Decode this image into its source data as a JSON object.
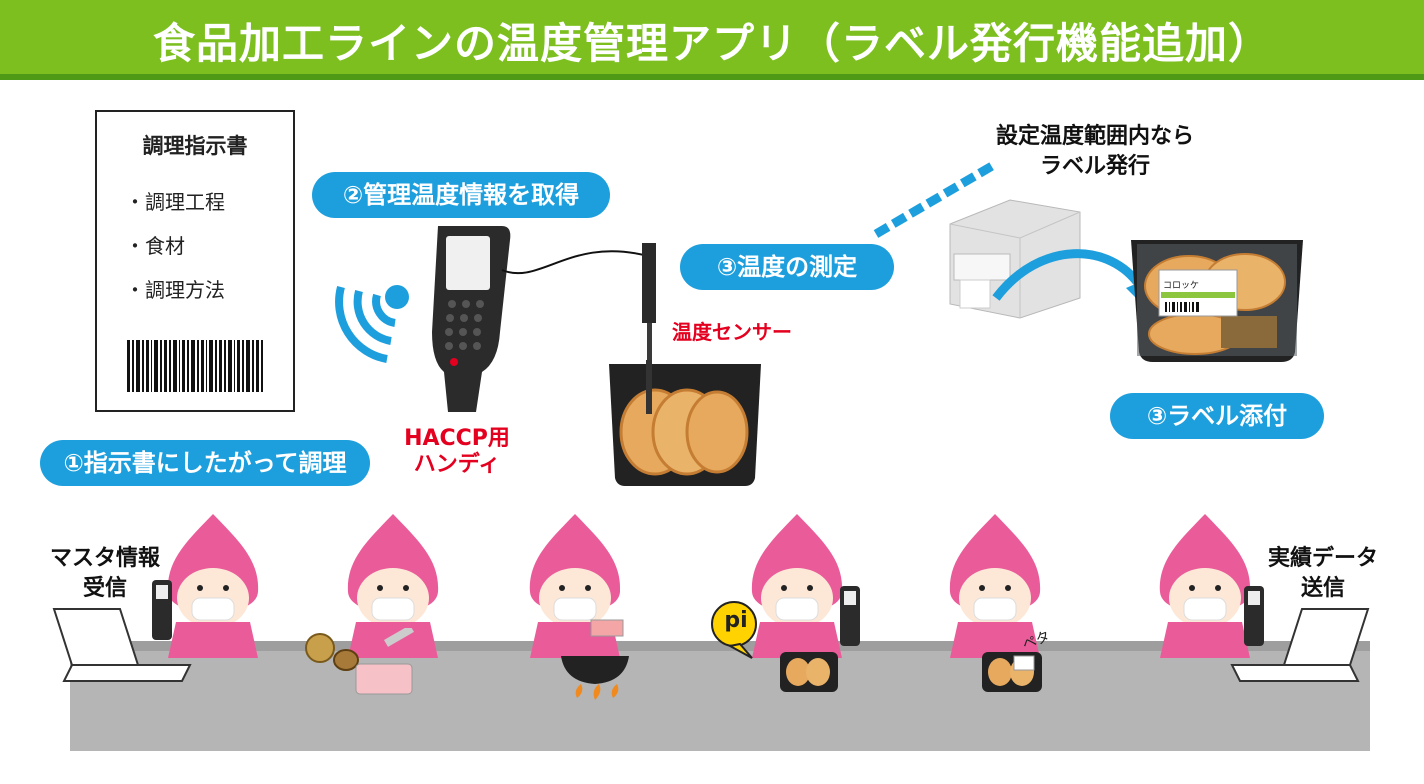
{
  "header": {
    "title": "食品加工ラインの温度管理アプリ（ラベル発行機能追加）"
  },
  "document": {
    "title": "調理指示書",
    "items": [
      "・調理工程",
      "・食材",
      "・調理方法"
    ]
  },
  "steps": {
    "step1": "①指示書にしたがって調理",
    "step2": "②管理温度情報を取得",
    "step3_measure": "③温度の測定",
    "step3_label": "③ラベル添付"
  },
  "labels": {
    "handy_line1": "HACCP用",
    "handy_line2": "ハンディ",
    "sensor": "温度センサー",
    "printer_line1": "設定温度範囲内なら",
    "printer_line2": "ラベル発行",
    "master_line1": "マスタ情報",
    "master_line2": "受信",
    "result_line1": "実績データ",
    "result_line2": "送信",
    "pi": "pi",
    "peta": "ペタ",
    "food_label": "コロッケ"
  },
  "colors": {
    "header_green": "#7cbf1f",
    "pill_blue": "#1e9fdd",
    "accent_red": "#e4001f",
    "character_pink": "#ea5c99"
  }
}
